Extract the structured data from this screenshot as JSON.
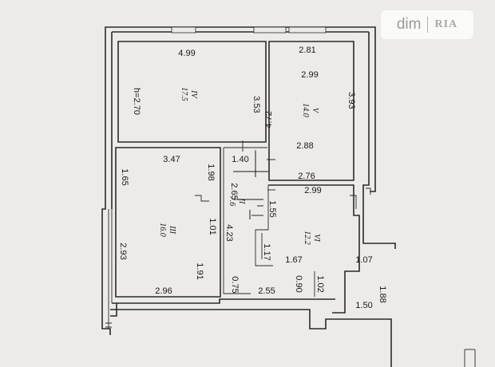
{
  "watermark": {
    "left": "dim",
    "right": "RIA"
  },
  "rooms": {
    "r4": {
      "numeral": "IV",
      "area": "17.5"
    },
    "r5": {
      "numeral": "V",
      "area": "14.0"
    },
    "r2": {
      "numeral": "II",
      "area": "7.6"
    },
    "r3": {
      "numeral": "III",
      "area": "16.0"
    },
    "r6": {
      "numeral": "VI",
      "area": "12.2"
    }
  },
  "height_label": "h=2.70",
  "dims": {
    "d_499": "4.99",
    "d_353": "3.53",
    "d_281": "2.81",
    "d_299a": "2.99",
    "d_393": "3.93",
    "d_472": "4.72",
    "d_288": "2.88",
    "d_347": "3.47",
    "d_198": "1.98",
    "d_140": "1.40",
    "d_276": "2.76",
    "d_165": "1.65",
    "d_265": "2.65",
    "d_299b": "2.99",
    "d_101": "1.01",
    "d_155": "1.55",
    "d_423": "4.23",
    "d_293": "2.93",
    "d_117": "1.17",
    "d_167": "1.67",
    "d_107": "1.07",
    "d_191": "1.91",
    "d_075": "0.75",
    "d_090": "0.90",
    "d_102": "1.02",
    "d_296": "2.96",
    "d_255": "2.55",
    "d_188": "1.88",
    "d_150": "1.50"
  }
}
